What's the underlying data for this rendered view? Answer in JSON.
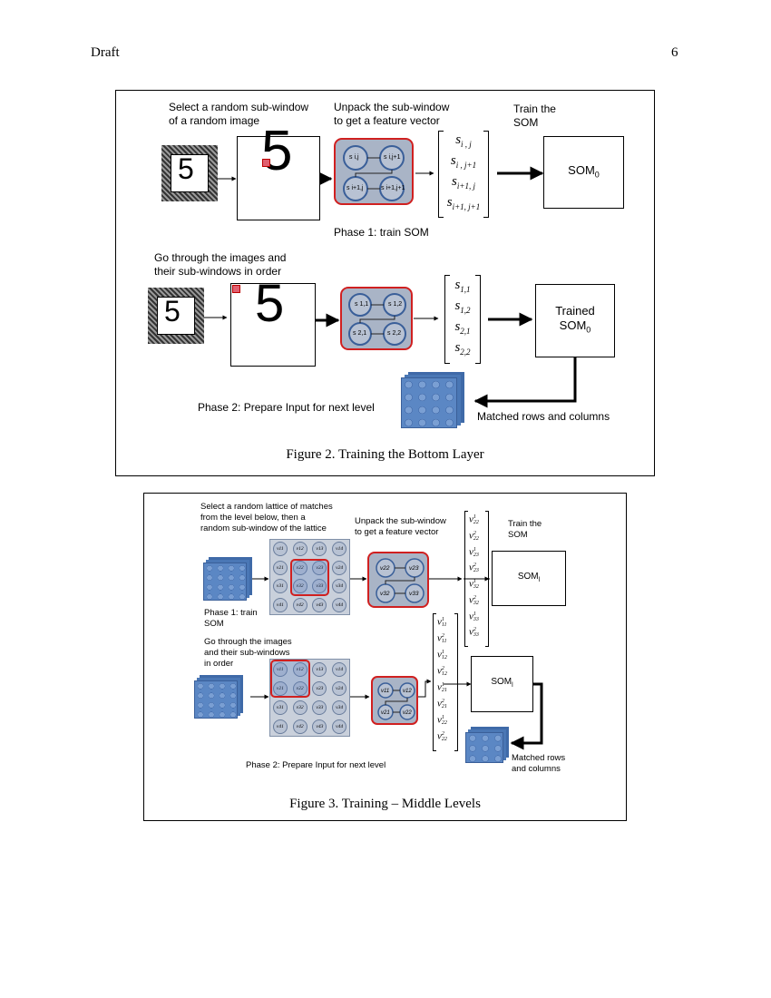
{
  "header": {
    "left": "Draft",
    "right": "6"
  },
  "figure2": {
    "caption": "Figure 2. Training the Bottom Layer",
    "phase1": {
      "step1": "Select a random sub-window\nof a random image",
      "step2": "Unpack the sub-window\nto get a feature vector",
      "step3": "Train the\nSOM",
      "phase_label": "Phase 1: train SOM",
      "digit": "5",
      "som_label": "SOM",
      "som_sub": "0",
      "node_labels": [
        "s i,j",
        "s i,j+1",
        "s i+1,j",
        "s i+1,j+1"
      ],
      "vector": [
        {
          "base": "s",
          "sub": "i , j"
        },
        {
          "base": "s",
          "sub": "i , j+1"
        },
        {
          "base": "s",
          "sub": "i+1, j"
        },
        {
          "base": "s",
          "sub": "i+1, j+1"
        }
      ]
    },
    "phase2": {
      "step1": "Go through the images and\ntheir sub-windows in order",
      "phase_label": "Phase 2: Prepare Input for next level",
      "digit": "5",
      "trained_label": "Trained\nSOM",
      "trained_sub": "0",
      "matched_label": "Matched rows and columns",
      "node_labels": [
        "s 1,1",
        "s 1,2",
        "s 2,1",
        "s 2,2"
      ],
      "vector": [
        {
          "base": "s",
          "sub": "1,1"
        },
        {
          "base": "s",
          "sub": "1,2"
        },
        {
          "base": "s",
          "sub": "2,1"
        },
        {
          "base": "s",
          "sub": "2,2"
        }
      ]
    }
  },
  "figure3": {
    "caption": "Figure 3. Training – Middle Levels",
    "phase1": {
      "step1": "Select a random lattice of matches\nfrom the level below, then a\nrandom sub-window of the lattice",
      "step2": "Unpack the sub-window\nto get a feature vector",
      "step3": "Train the\nSOM",
      "phase_label": "Phase 1: train\nSOM",
      "som_label": "SOM",
      "som_sub": "l",
      "lattice": [
        "v11",
        "v12",
        "v13",
        "v14",
        "v21",
        "v22",
        "v23",
        "v24",
        "v31",
        "v32",
        "v33",
        "v34",
        "v41",
        "v42",
        "v43",
        "v44"
      ],
      "sub_nodes": [
        "v22",
        "v23",
        "v32",
        "v33"
      ],
      "vector": [
        {
          "sup": "1",
          "sub": "22"
        },
        {
          "sup": "2",
          "sub": "22"
        },
        {
          "sup": "1",
          "sub": "23"
        },
        {
          "sup": "2",
          "sub": "23"
        },
        {
          "sup": "1",
          "sub": "32"
        },
        {
          "sup": "2",
          "sub": "32"
        },
        {
          "sup": "1",
          "sub": "33"
        },
        {
          "sup": "2",
          "sub": "33"
        }
      ]
    },
    "phase2": {
      "step1": "Go through the images\nand their sub-windows\nin order",
      "phase_label": "Phase 2: Prepare Input for next level",
      "som_label": "SOM",
      "som_sub": "l",
      "matched_label": "Matched rows\nand columns",
      "lattice": [
        "v11",
        "v12",
        "v13",
        "v14",
        "v21",
        "v22",
        "v23",
        "v24",
        "v31",
        "v32",
        "v33",
        "v34",
        "v41",
        "v42",
        "v43",
        "v44"
      ],
      "sub_nodes": [
        "v11",
        "v12",
        "v21",
        "v22"
      ],
      "vector": [
        {
          "sup": "1",
          "sub": "11"
        },
        {
          "sup": "2",
          "sub": "11"
        },
        {
          "sup": "1",
          "sub": "12"
        },
        {
          "sup": "2",
          "sub": "12"
        },
        {
          "sup": "1",
          "sub": "21"
        },
        {
          "sup": "2",
          "sub": "21"
        },
        {
          "sup": "1",
          "sub": "22"
        },
        {
          "sup": "2",
          "sub": "22"
        }
      ]
    }
  },
  "colors": {
    "node_fill": "#a9b4c6",
    "node_stroke": "#4a6aa0",
    "highlight": "#d02020",
    "blue_grid": "#4f7fc0",
    "lattice_bg": "#c9d0db"
  }
}
